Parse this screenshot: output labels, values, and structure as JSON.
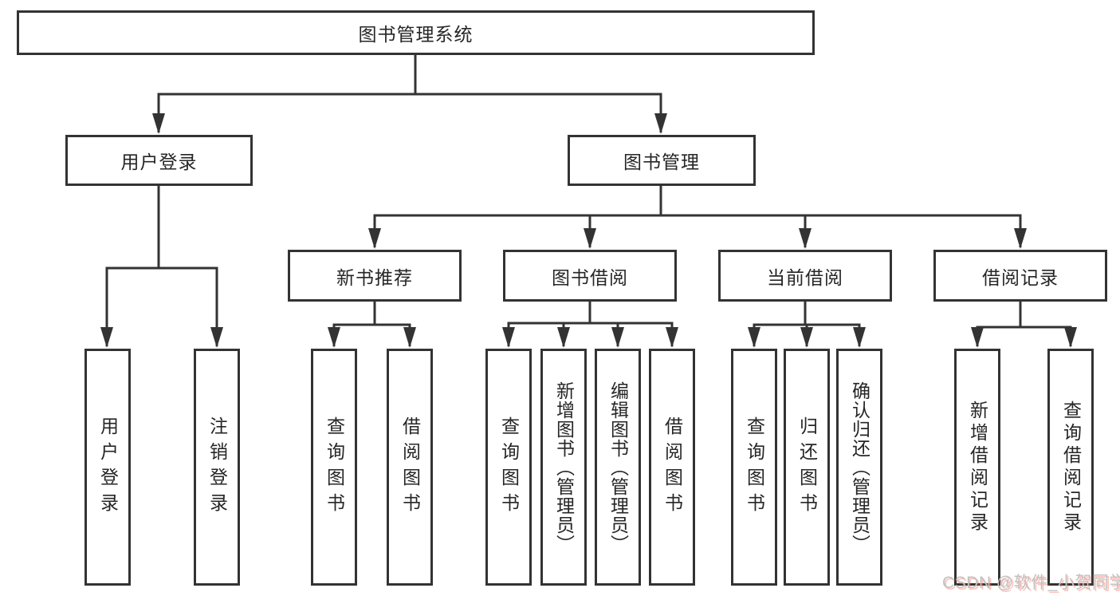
{
  "nodes": {
    "root": {
      "label": "图书管理系统"
    },
    "user_login": {
      "label": "用户登录"
    },
    "book_mgmt": {
      "label": "图书管理"
    },
    "new_books": {
      "label": "新书推荐"
    },
    "book_borrow": {
      "label": "图书借阅"
    },
    "current_borrow": {
      "label": "当前借阅"
    },
    "borrow_records": {
      "label": "借阅记录"
    },
    "leaf_user_login": {
      "label": "用户登录"
    },
    "leaf_logout": {
      "label": "注销登录"
    },
    "leaf_nb_query": {
      "label": "查询图书"
    },
    "leaf_nb_borrow": {
      "label": "借阅图书"
    },
    "leaf_bb_query": {
      "label": "查询图书"
    },
    "leaf_bb_add": {
      "label": "新增图书（管理员）"
    },
    "leaf_bb_edit": {
      "label": "编辑图书（管理员）"
    },
    "leaf_bb_borrow": {
      "label": "借阅图书"
    },
    "leaf_cb_query": {
      "label": "查询图书"
    },
    "leaf_cb_return": {
      "label": "归还图书"
    },
    "leaf_cb_confirm": {
      "label": "确认归还（管理员）"
    },
    "leaf_br_add": {
      "label": "新增借阅记录"
    },
    "leaf_br_query": {
      "label": "查询借阅记录"
    }
  },
  "watermark": {
    "text": "CSDN @软件_小贺同学"
  },
  "colors": {
    "line": "#333333",
    "text": "#262626",
    "background": "#ffffff",
    "watermark_text": "#c2c2c2",
    "watermark_shadow": "#fc6356"
  }
}
